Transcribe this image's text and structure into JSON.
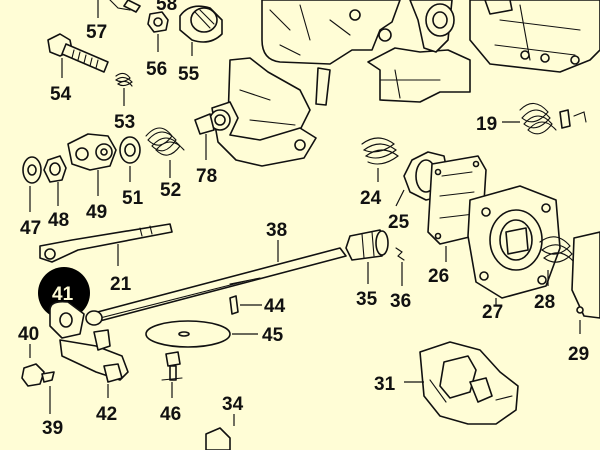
{
  "diagram": {
    "highlighted_part": "41",
    "labels": {
      "l57": "57",
      "l58": "58",
      "l56": "56",
      "l55": "55",
      "l54": "54",
      "l53": "53",
      "l78": "78",
      "l52": "52",
      "l51": "51",
      "l49": "49",
      "l48": "48",
      "l47": "47",
      "l41": "41",
      "l21": "21",
      "l38": "38",
      "l40": "40",
      "l39": "39",
      "l42": "42",
      "l46": "46",
      "l34": "34",
      "l44": "44",
      "l45": "45",
      "l35": "35",
      "l36": "36",
      "l24": "24",
      "l25": "25",
      "l26": "26",
      "l19": "19",
      "l27": "27",
      "l28": "28",
      "l29": "29",
      "l31": "31"
    }
  }
}
